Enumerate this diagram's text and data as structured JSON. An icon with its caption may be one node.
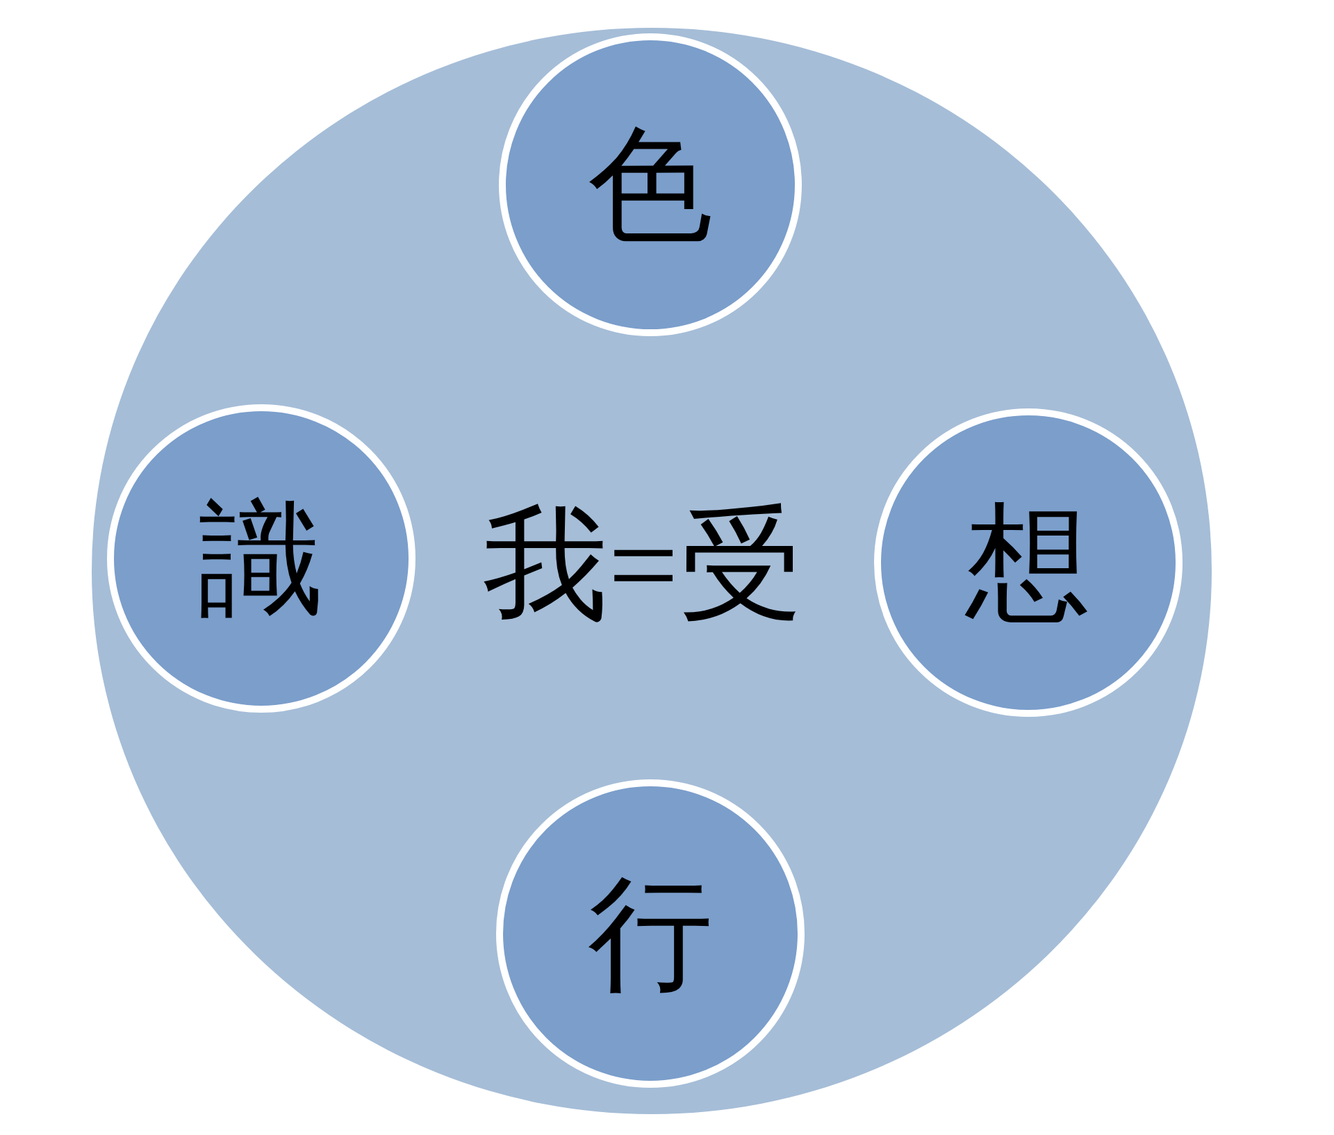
{
  "diagram": {
    "nodes": [
      {
        "text": [
          "我=受"
        ]
      },
      {
        "text": [
          "色"
        ],
        "in": 0
      },
      {
        "text": [
          "識"
        ],
        "in": 0
      },
      {
        "text": [
          "想"
        ],
        "in": 0
      },
      {
        "text": [
          "行"
        ],
        "in": 0
      }
    ]
  }
}
